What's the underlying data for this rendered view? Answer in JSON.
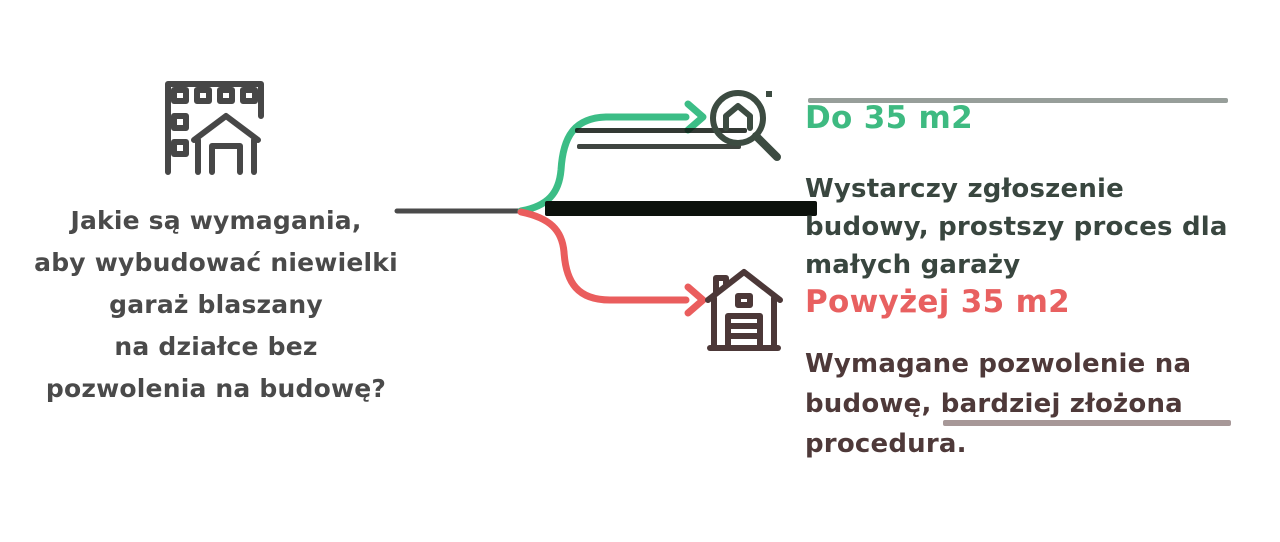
{
  "question": {
    "icon": "building-with-garage-icon",
    "lines": [
      "Jakie są wymagania,",
      "aby wybudować niewielki",
      "garaż blaszany",
      "na działce bez",
      "pozwolenia na budowę?"
    ]
  },
  "branches": {
    "top": {
      "icon": "magnifier-house-icon",
      "heading": "Do 35 m2",
      "heading_color": "#3eba81",
      "arrow_color": "#3cbd86",
      "body_lines": [
        "Wystarczy zgłoszenie",
        "budowy, prostszy proces dla",
        "małych garaży"
      ]
    },
    "bottom": {
      "icon": "garage-house-icon",
      "heading": "Powyżej 35 m2",
      "heading_color": "#e86060",
      "arrow_color": "#ea5d5d",
      "body_lines": [
        "Wymagane pozwolenie na",
        "budowę, bardziej złożona",
        "procedura."
      ]
    }
  },
  "colors": {
    "background": "#ffffff",
    "question_text": "#4a4a4a",
    "connector_gray": "#4a4a4a",
    "top_body_text": "#39463f",
    "bottom_body_text": "#4e3939",
    "icon_gray": "#474747",
    "icon_dark_green": "#3c4b41",
    "icon_maroon": "#4c3838",
    "redacted_bar": "#0c110c"
  }
}
